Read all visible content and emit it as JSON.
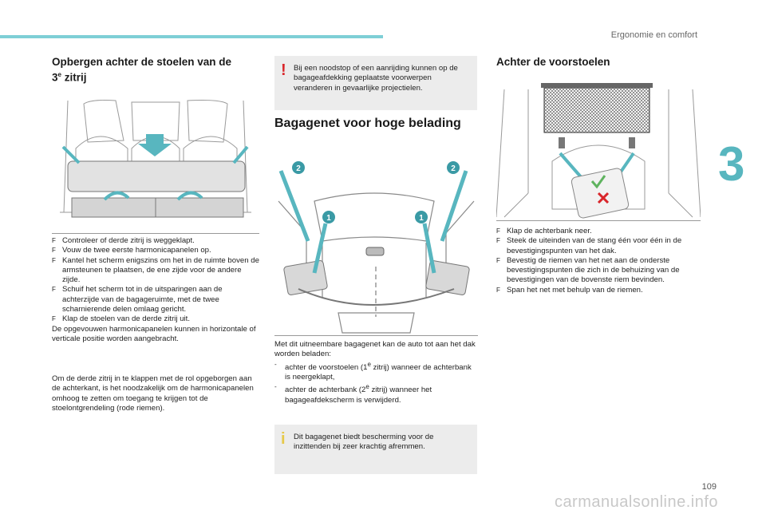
{
  "header": {
    "section": "Ergonomie en comfort",
    "chapter": "3",
    "page": "109"
  },
  "watermark": "carmanualsonline.info",
  "colors": {
    "accent": "#58b6bf",
    "warning": "#d9262b",
    "info": "#e6c94a",
    "note_bg": "#ececec"
  },
  "left": {
    "title_a": "Opbergen achter de stoelen van de",
    "title_num": "3",
    "title_sup": "e",
    "title_b": " zitrij",
    "bullets": [
      "Controleer of derde zitrij is weggeklapt.",
      "Vouw de twee eerste harmonicapanelen op.",
      "Kantel het scherm enigszins om het in de ruimte boven de armsteunen te plaatsen, de ene zijde voor de andere zijde.",
      "Schuif het scherm tot in de uitsparingen aan de achterzijde van de bagageruimte, met de twee scharnierende delen omlaag gericht.",
      "Klap de stoelen van de derde zitrij uit."
    ],
    "after_bullets": "De opgevouwen harmonicapanelen kunnen in horizontale of verticale positie worden aangebracht.",
    "para": "Om de derde zitrij in te klappen met de rol opgeborgen aan de achterkant, is het noodzakelijk om de harmonicapanelen omhoog te zetten om toegang te krijgen tot de stoelontgrendeling (rode riemen)."
  },
  "middle": {
    "warning": "Bij een noodstop of een aanrijding kunnen op de bagageafdekking geplaatste voorwerpen veranderen in gevaarlijke projectielen.",
    "title": "Bagagenet voor hoge belading",
    "intro": "Met dit uitneembare bagagenet kan de auto tot aan het dak worden beladen:",
    "dash1_a": "achter de voorstoelen (1",
    "dash1_sup": "e",
    "dash1_b": " zitrij) wanneer de achterbank is neergeklapt,",
    "dash2_a": "achter de achterbank (2",
    "dash2_sup": "e",
    "dash2_b": " zitrij) wanneer het bagageafdekscherm is verwijderd.",
    "info": "Dit bagagenet biedt bescherming voor de inzittenden bij zeer krachtig afremmen.",
    "labels": {
      "one": "1",
      "two": "2"
    }
  },
  "right": {
    "title": "Achter de voorstoelen",
    "bullets": [
      "Klap de achterbank neer.",
      "Steek de uiteinden van de stang één voor één in de bevestigingspunten van het dak.",
      "Bevestig de riemen van het net aan de onderste bevestigingspunten die zich in de behuizing van de bevestigingen van de bovenste riem bevinden.",
      "Span het net met behulp van de riemen."
    ]
  },
  "bullet_marker": "F"
}
